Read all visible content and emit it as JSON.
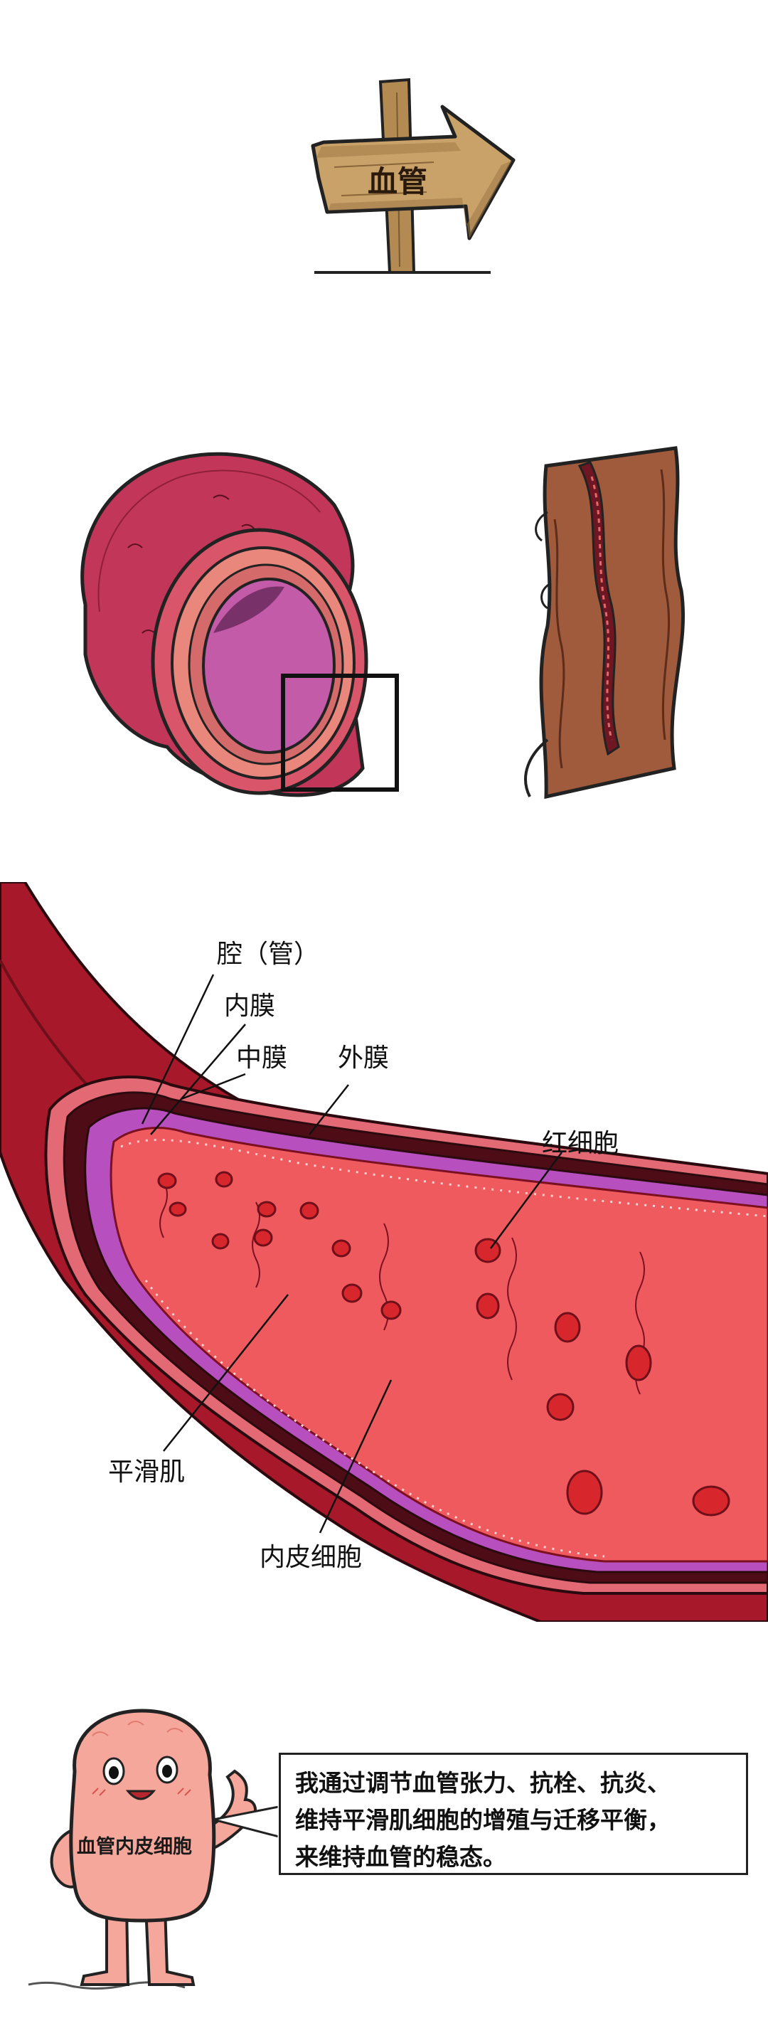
{
  "sign": {
    "text": "血管"
  },
  "labels": {
    "lumen": "腔（管）",
    "intima": "内膜",
    "media": "中膜",
    "adventitia": "外膜",
    "red_cell": "红细胞",
    "smooth_muscle": "平滑肌",
    "endothelial_cell": "内皮细胞"
  },
  "character": {
    "badge": "血管内皮细胞"
  },
  "speech": {
    "lines": [
      "我通过调节血管张力、抗栓、抗炎、",
      "维持平滑肌细胞的增殖与迁移平衡，",
      "来维持血管的稳态。"
    ]
  },
  "colors": {
    "wood": "#c9a26a",
    "vessel_outer": "#9b1c2a",
    "blood": "#ef5a5e",
    "intima_purple": "#b657b8",
    "red_cell": "#d8262d",
    "character_skin": "#f6a79b"
  }
}
